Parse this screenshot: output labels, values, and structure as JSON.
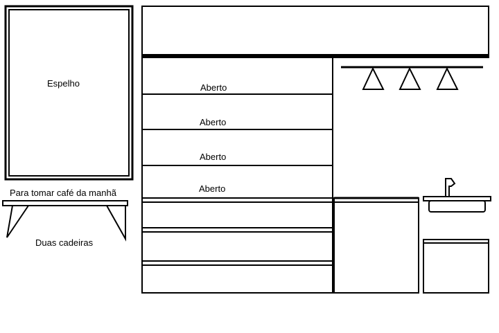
{
  "labels": {
    "mirror": "Espelho",
    "shelf_1": "Aberto",
    "shelf_2": "Aberto",
    "shelf_3": "Aberto",
    "shelf_4": "Aberto",
    "breakfast_table": "Para tomar café da manhã",
    "chairs": "Duas cadeiras"
  },
  "colors": {
    "line": "#000000",
    "background": "#ffffff"
  }
}
